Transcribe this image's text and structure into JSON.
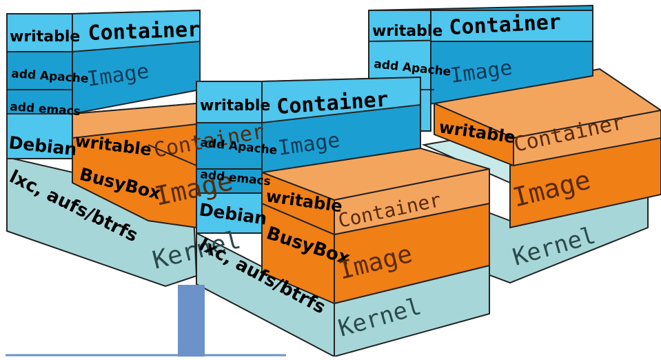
{
  "colors": {
    "blue_light": "#4ec6ee",
    "blue_dark": "#1b9fd2",
    "orange": "#f07f16",
    "orange_light": "#f4a55d",
    "teal": "#a7d6d8",
    "outline": "#1a1a1a",
    "bar": "#6b92c9"
  },
  "labels": {
    "writable": "writable",
    "container": "Container",
    "image": "Image",
    "kernel": "Kernel",
    "add_apache": "add Apache",
    "add_emacs": "add emacs",
    "debian": "Debian",
    "busybox": "BusyBox",
    "lxc": "lxc, aufs/btrfs"
  }
}
